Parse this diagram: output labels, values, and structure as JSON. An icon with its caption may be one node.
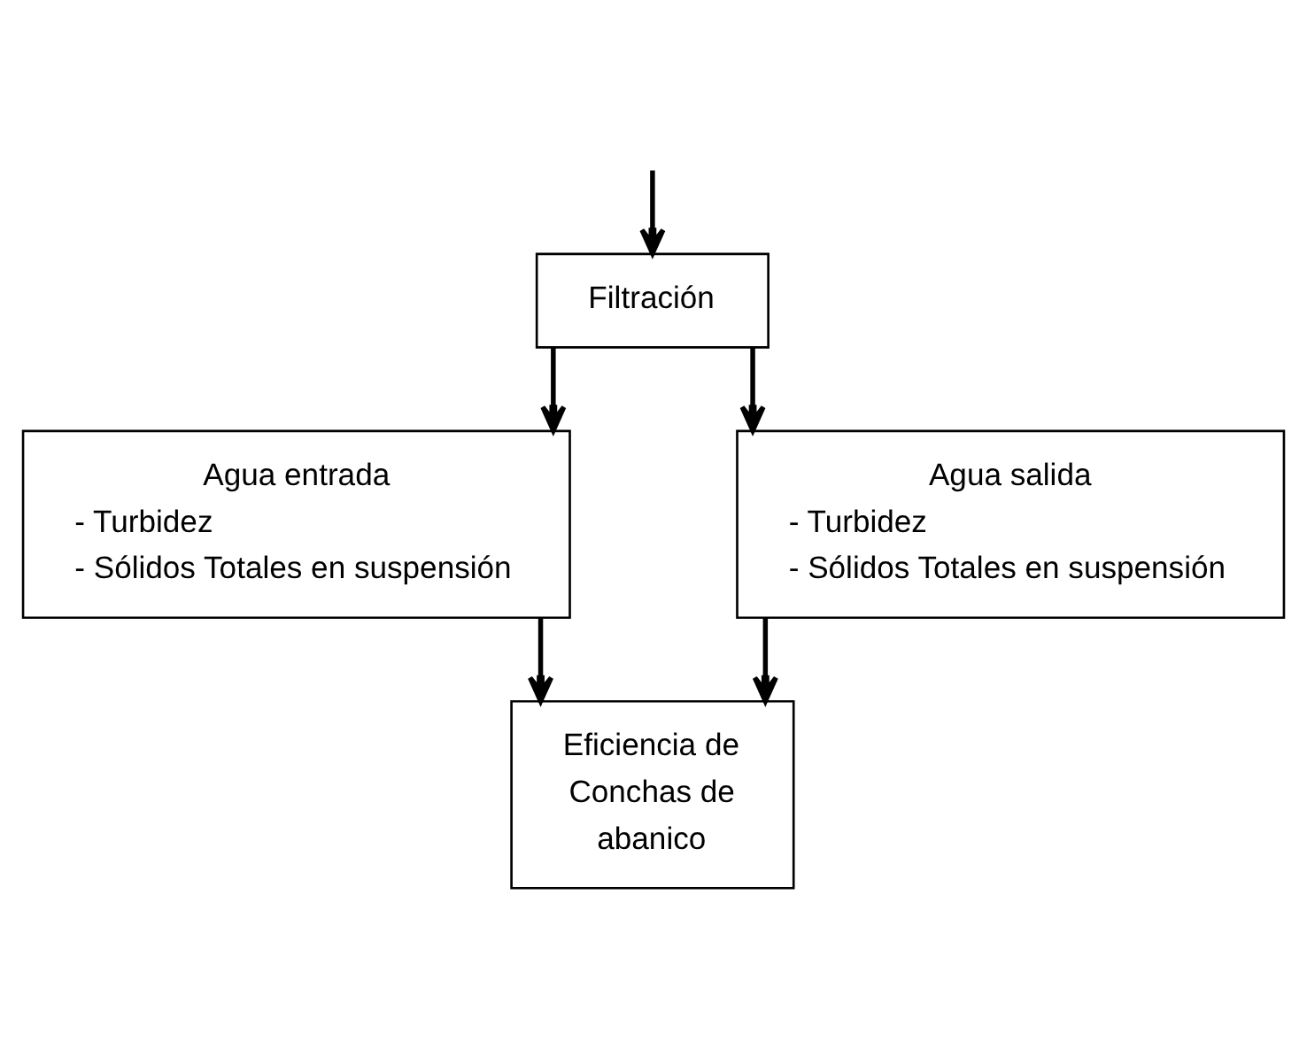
{
  "diagram": {
    "nodes": [
      {
        "text": [
          "Filtración"
        ]
      },
      {
        "text": [
          "Agua entrada",
          "- Turbidez",
          "- Sólidos Totales en suspensión"
        ]
      },
      {
        "text": [
          "Agua salida",
          "- Turbidez",
          "- Sólidos Totales en suspensión"
        ]
      },
      {
        "text": [
          "Eficiencia de Conchas de abanico"
        ]
      }
    ],
    "edges": [
      {
        "from": null,
        "to": 0,
        "arrow": "to"
      },
      {
        "from": 0,
        "to": 1,
        "arrow": "to"
      },
      {
        "from": 0,
        "to": 2,
        "arrow": "to"
      },
      {
        "from": 1,
        "to": 3,
        "arrow": "to"
      },
      {
        "from": 2,
        "to": 3,
        "arrow": "to"
      }
    ]
  }
}
